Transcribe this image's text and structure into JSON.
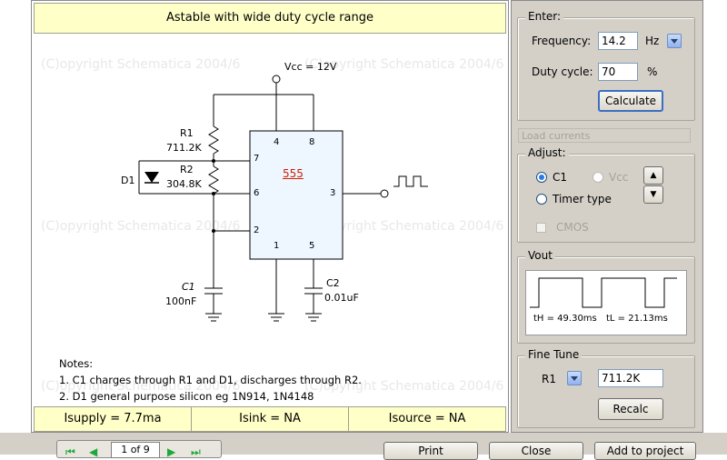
{
  "title": "Astable with wide duty cycle range",
  "watermark": "(C)opyright Schematica 2004/6",
  "circuit": {
    "vcc": "Vcc = 12V",
    "ic": "555",
    "r1_name": "R1",
    "r1_value": "711.2K",
    "r2_name": "R2",
    "r2_value": "304.8K",
    "d1_name": "D1",
    "c1_name": "C1",
    "c1_value": "100nF",
    "c2_name": "C2",
    "c2_value": "0.01uF",
    "pins": {
      "p4": "4",
      "p8": "8",
      "p7": "7",
      "p6": "6",
      "p3": "3",
      "p2": "2",
      "p1": "1",
      "p5": "5"
    }
  },
  "notes": {
    "heading": "Notes:",
    "line1": "1. C1 charges through R1 and D1, discharges through R2.",
    "line2": "2. D1 general purpose silicon eg 1N914, 1N4148"
  },
  "status": {
    "isupply": "Isupply =  7.7ma",
    "isink": "Isink = NA",
    "isource": "Isource = NA"
  },
  "enter": {
    "title": "Enter:",
    "frequency_label": "Frequency:",
    "frequency_value": "14.2",
    "frequency_unit": "Hz",
    "duty_label": "Duty cycle:",
    "duty_value": "70",
    "duty_unit": "%",
    "calculate": "Calculate"
  },
  "load_currents": "Load currents",
  "adjust": {
    "title": "Adjust:",
    "c1": "C1",
    "vcc": "Vcc",
    "timer_type": "Timer type",
    "cmos": "CMOS",
    "selected": "C1"
  },
  "vout": {
    "title": "Vout",
    "th": "tH = 49.30ms",
    "tl": "tL = 21.13ms"
  },
  "fine_tune": {
    "title": "Fine Tune",
    "component": "R1",
    "value": "711.2K",
    "recalc": "Recalc"
  },
  "bottom": {
    "page": "1 of 9",
    "print": "Print",
    "close": "Close",
    "add_to_project": "Add to project"
  },
  "colors": {
    "panel_yellow": "#ffffc8",
    "ic_fill": "#eef6ff",
    "ic_label": "#cc2200",
    "nav_green": "#1fa83a"
  }
}
